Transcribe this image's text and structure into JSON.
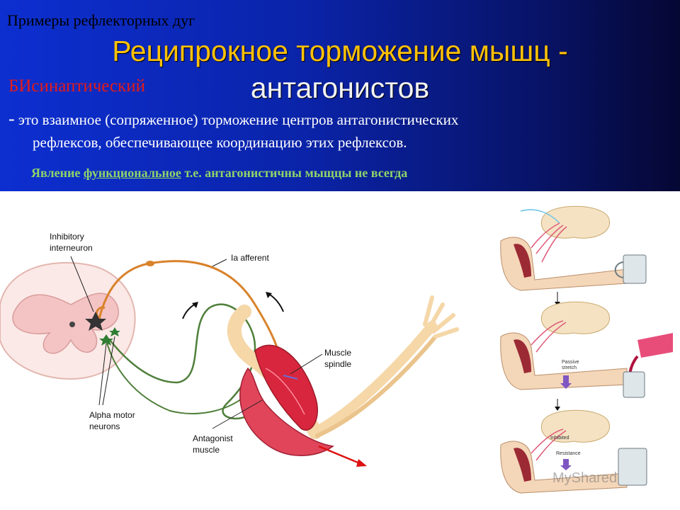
{
  "slide": {
    "subtitle": "Примеры рефлекторных дуг",
    "title_line1": "Реципрокное торможение мышц -",
    "title_line2": "антагонистов",
    "red_label": "БИсинаптический",
    "description_dash": "-",
    "description_line1": " это взаимное (сопряженное) торможение центров антагонистических",
    "description_line2": "рефлексов, обеспечивающее координацию этих рефлексов.",
    "note_prefix": "Явление ",
    "note_link": "функциональное",
    "note_suffix": " т.е. антагонистичны мыщцы не всегда"
  },
  "diagram": {
    "labels": {
      "inhibitory_line1": "Inhibitory",
      "inhibitory_line2": "interneuron",
      "ia_afferent": "Ia afferent",
      "muscle_spindle_line1": "Muscle",
      "muscle_spindle_line2": "spindle",
      "alpha_line1": "Alpha motor",
      "alpha_line2": "neurons",
      "antagonist_line1": "Antagonist",
      "antagonist_line2": "muscle"
    }
  },
  "steps_panel": {
    "passive_stretch_line1": "Passive",
    "passive_stretch_line2": "stretch",
    "inhibited": "Inhibited",
    "resistance": "Resistance"
  },
  "watermark": "MyShared",
  "colors": {
    "title": "#ffc107",
    "red_label": "#e51a1a",
    "note": "#8fd46a",
    "afferent": "#d9822b",
    "motor": "#4f7f3a"
  }
}
